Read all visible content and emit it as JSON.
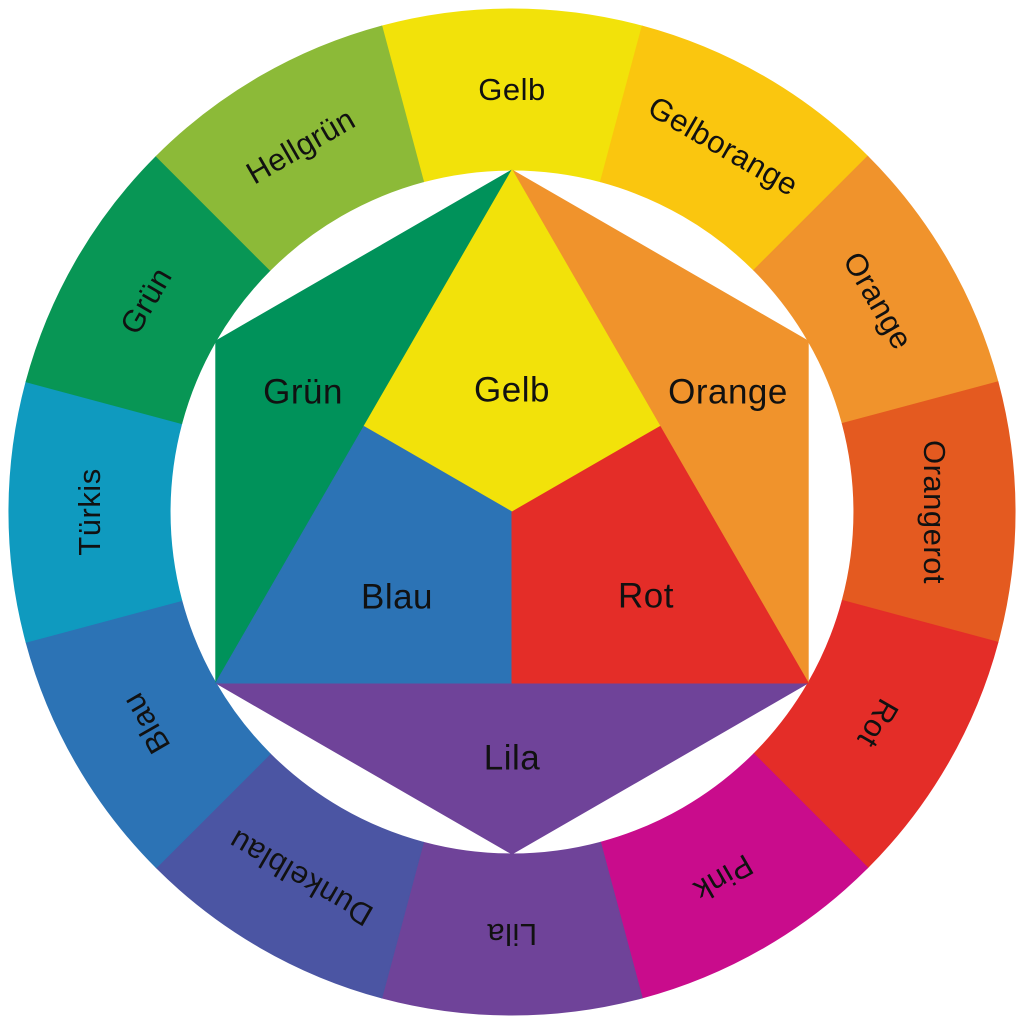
{
  "wheel": {
    "kind": "color-wheel",
    "language": "de",
    "label_color": "#111111",
    "background": "#ffffff",
    "outer_ring": {
      "segments": [
        {
          "id": "gelb",
          "label": "Gelb",
          "color": "#F2E20A",
          "center_angle_deg": 90
        },
        {
          "id": "gelborange",
          "label": "Gelborange",
          "color": "#FAC60F",
          "center_angle_deg": 60
        },
        {
          "id": "orange",
          "label": "Orange",
          "color": "#F0932C",
          "center_angle_deg": 30
        },
        {
          "id": "orangerot",
          "label": "Orangerot",
          "color": "#E45A20",
          "center_angle_deg": 0
        },
        {
          "id": "rot",
          "label": "Rot",
          "color": "#E42D28",
          "center_angle_deg": -30
        },
        {
          "id": "pink",
          "label": "Pink",
          "color": "#C90C8C",
          "center_angle_deg": -60
        },
        {
          "id": "lila",
          "label": "Lila",
          "color": "#6F4399",
          "center_angle_deg": -90
        },
        {
          "id": "dunkelblau",
          "label": "Dunkelblau",
          "color": "#4B55A3",
          "center_angle_deg": -120
        },
        {
          "id": "blau",
          "label": "Blau",
          "color": "#2C73B5",
          "center_angle_deg": -150
        },
        {
          "id": "tuerkis",
          "label": "Türkis",
          "color": "#0F9ABF",
          "center_angle_deg": 180
        },
        {
          "id": "gruen",
          "label": "Grün",
          "color": "#089655",
          "center_angle_deg": 150
        },
        {
          "id": "hellgruen",
          "label": "Hellgrün",
          "color": "#8CBA38",
          "center_angle_deg": 120
        }
      ]
    },
    "inner_hexagon": {
      "primaries": [
        {
          "id": "gelb",
          "label": "Gelb",
          "color": "#F2E20A"
        },
        {
          "id": "blau",
          "label": "Blau",
          "color": "#2C73B5"
        },
        {
          "id": "rot",
          "label": "Rot",
          "color": "#E42D28"
        }
      ],
      "secondaries": [
        {
          "id": "gruen",
          "label": "Grün",
          "color": "#00925A"
        },
        {
          "id": "orange",
          "label": "Orange",
          "color": "#F0932C"
        },
        {
          "id": "lila",
          "label": "Lila",
          "color": "#6F4399"
        }
      ]
    }
  }
}
